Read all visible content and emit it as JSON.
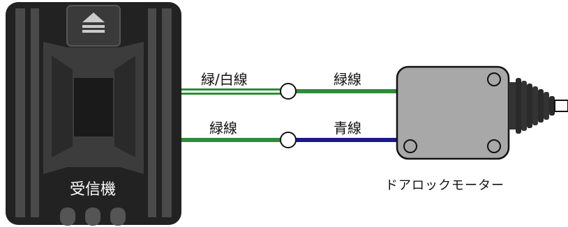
{
  "receiver": {
    "label": "受信機"
  },
  "motor": {
    "label": "ドアロックモーター"
  },
  "wires": [
    {
      "left_label": "緑/白線",
      "right_label": "緑線",
      "left_color": "#2e8b3a",
      "left_stripe": "#ffffff",
      "right_color": "#2e8b3a"
    },
    {
      "left_label": "緑線",
      "right_label": "青線",
      "left_color": "#2e8b3a",
      "right_color": "#1a1a8c"
    }
  ],
  "colors": {
    "receiver_body": "#222222",
    "receiver_inner": "#444444",
    "motor_body": "#a8a8a8",
    "boot": "#333333"
  }
}
